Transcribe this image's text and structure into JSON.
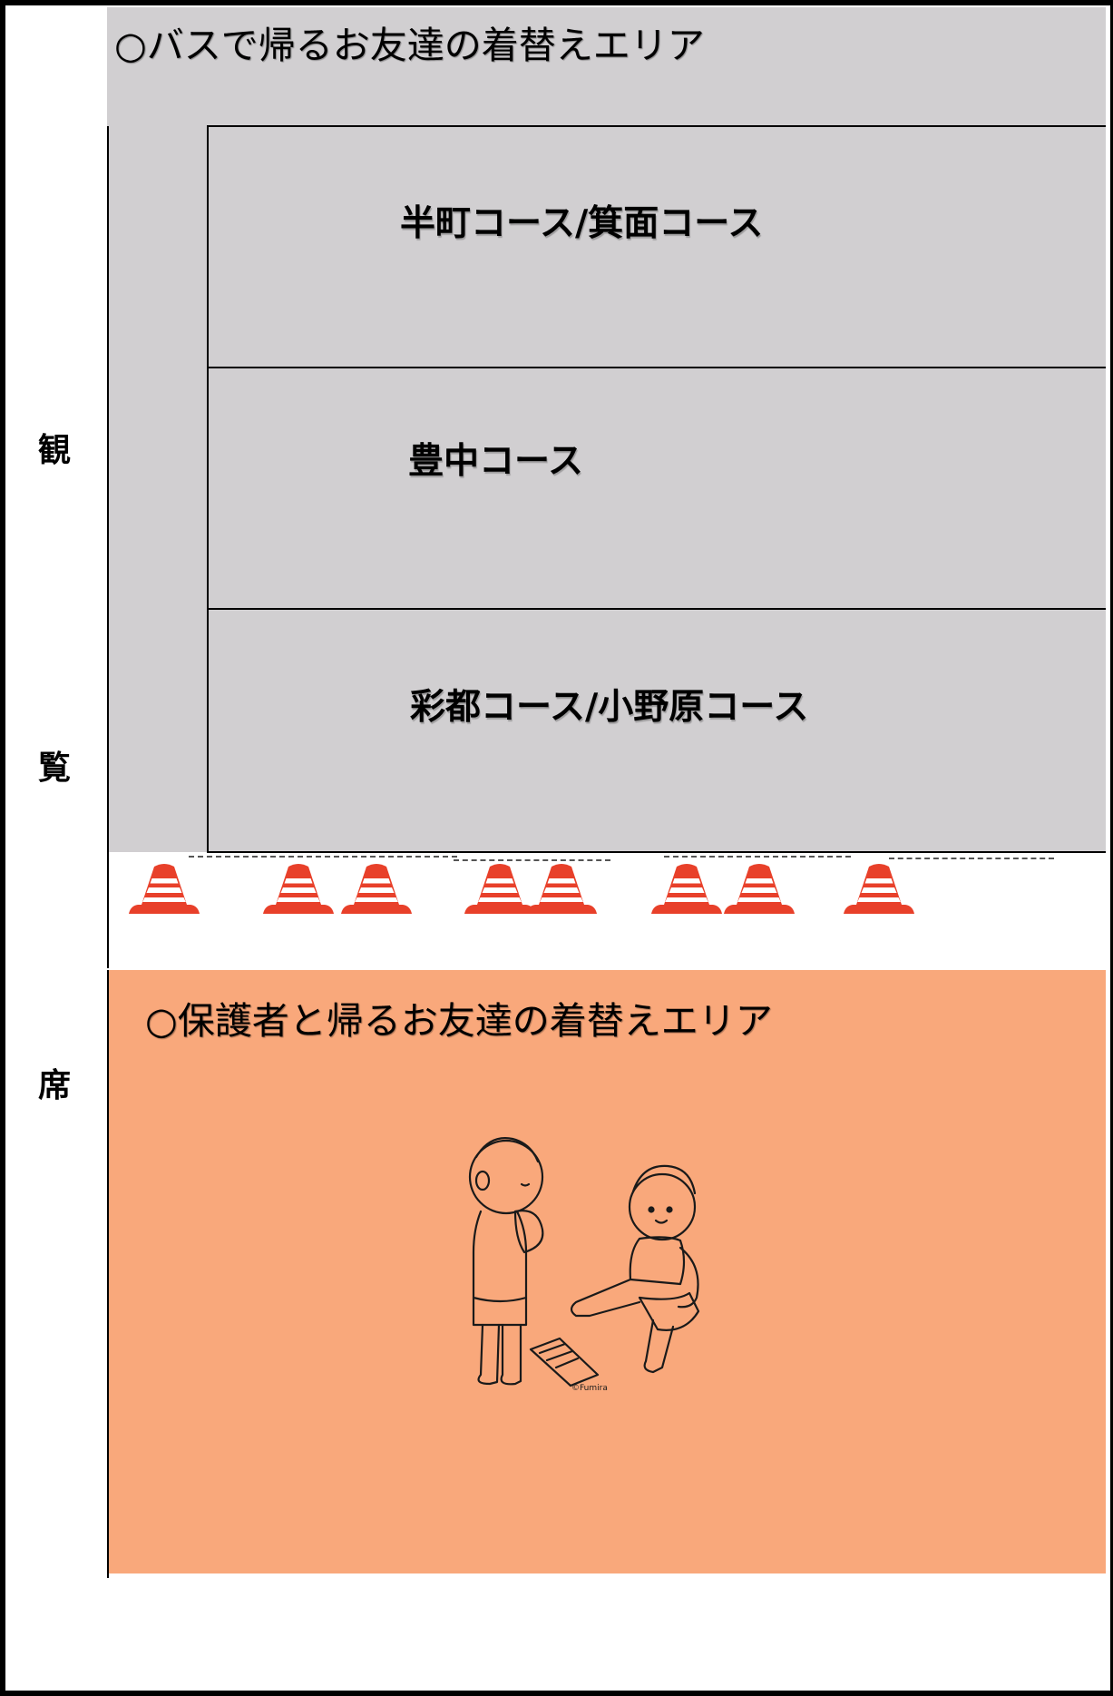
{
  "seating": {
    "chars": [
      "観",
      "覧",
      "席"
    ]
  },
  "bus_area": {
    "title": "○バスで帰るお友達の着替えエリア",
    "courses": [
      {
        "label": "半町コース/箕面コース"
      },
      {
        "label": "豊中コース"
      },
      {
        "label": "彩都コース/小野原コース"
      }
    ]
  },
  "cones": {
    "count": 8,
    "color": "#e8402a"
  },
  "parent_area": {
    "title": "○保護者と帰るお友達の着替えエリア",
    "illustration_credit": "©Fumira"
  },
  "colors": {
    "bus_area_fill": "#d1cfd1",
    "parent_area_fill": "#f9a87b",
    "cone_red": "#e8402a"
  }
}
